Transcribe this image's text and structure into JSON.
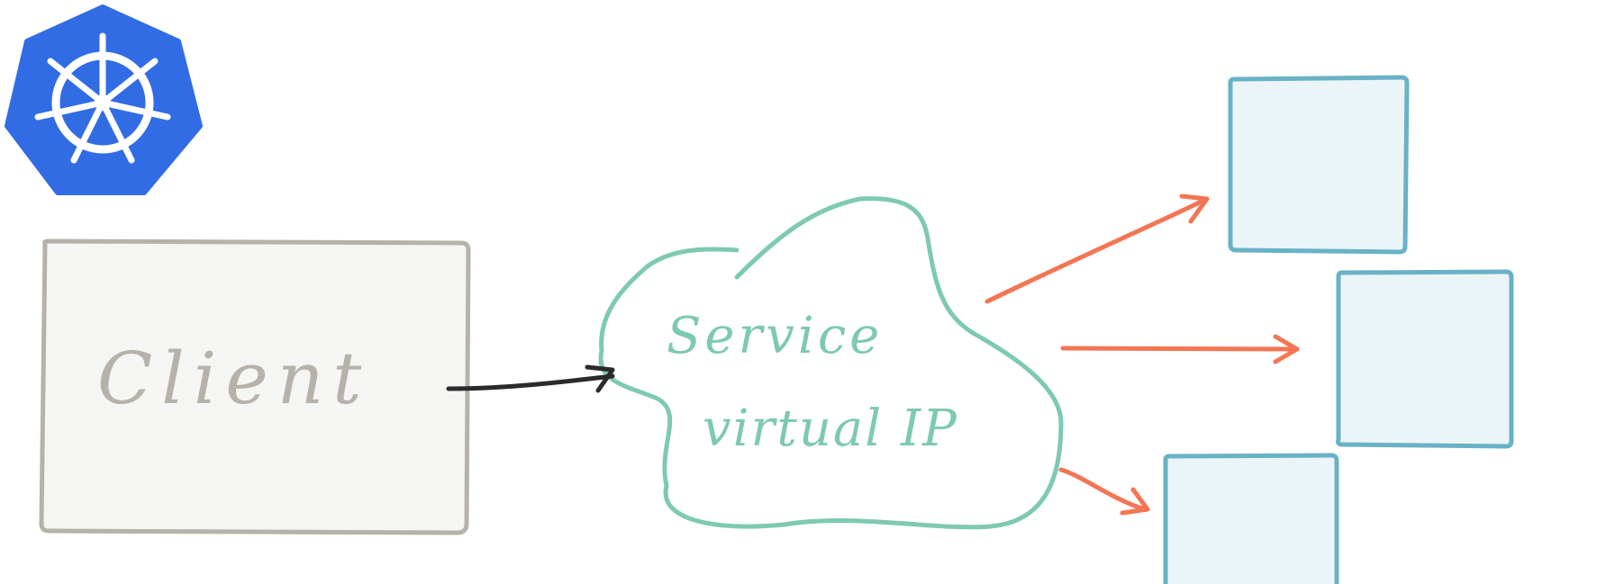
{
  "diagram": {
    "client": {
      "label": "Client",
      "fill": "#f5f5f3",
      "stroke": "#b7b2a9"
    },
    "service": {
      "line1": "Service",
      "line2": "virtual IP",
      "stroke": "#7ec9b1"
    },
    "pods": {
      "fill": "#ebf5f8",
      "stroke": "#69b2c6"
    },
    "arrows": {
      "client_color": "#2b2b2b",
      "pod_color": "#f47554"
    },
    "logo": {
      "icon": "kubernetes-helm-icon",
      "color": "#326ce5"
    }
  }
}
